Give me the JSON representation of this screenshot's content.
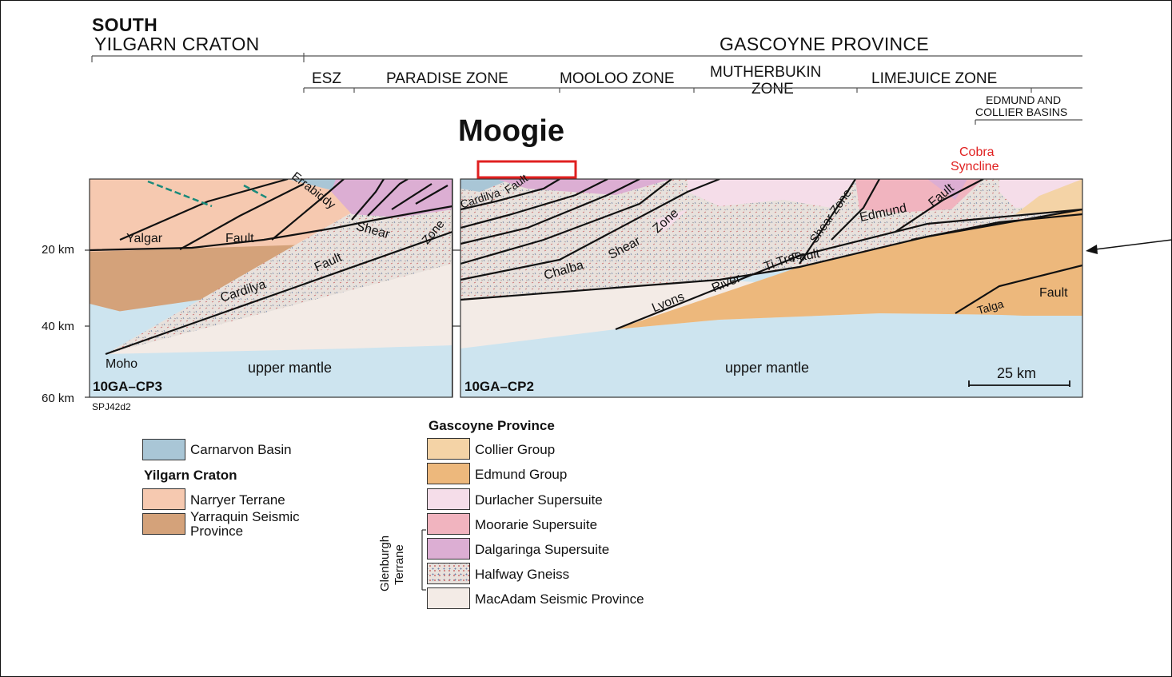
{
  "header": {
    "south": "SOUTH",
    "yilgarn": "YILGARN CRATON",
    "gascoyne": "GASCOYNE PROVINCE"
  },
  "zones": {
    "esz": "ESZ",
    "paradise": "PARADISE ZONE",
    "mooloo": "MOOLOO ZONE",
    "mutherbukin_1": "MUTHERBUKIN",
    "mutherbukin_2": "ZONE",
    "limejuice": "LIMEJUICE ZONE",
    "edmund_collier_1": "EDMUND AND",
    "edmund_collier_2": "COLLIER BASINS"
  },
  "callouts": {
    "moogie": "Moogie",
    "cobra_1": "Cobra",
    "cobra_2": "Syncline"
  },
  "depth_labels": [
    "20 km",
    "40 km",
    "60 km"
  ],
  "section_labels": {
    "left_profile": "10GA–CP3",
    "right_profile": "10GA–CP2",
    "upper_mantle_left": "upper mantle",
    "upper_mantle_right": "upper mantle",
    "moho": "Moho",
    "scale": "25 km",
    "figure_code": "SPJ42d2"
  },
  "faults": {
    "yalgar": "Yalgar",
    "fault_1": "Fault",
    "errabiddy": "Errabiddy",
    "shear": "Shear",
    "zone": "Zone",
    "cardilya_1": "Cardilya",
    "fault_2": "Fault",
    "cardilya_2": "Cardilya",
    "fault_3": "Fault",
    "chalba": "Chalba",
    "shear_2": "Shear",
    "zone_2": "Zone",
    "ti_tree": "Ti Tree",
    "shear_zone_3": "Shear Zone",
    "edmund": "Edmund",
    "fault_4": "Fault",
    "fault_5": "Fault",
    "lyons": "Lyons",
    "river": "River",
    "talga": "Talga",
    "fault_6": "Fault"
  },
  "legend": {
    "carnarvon": "Carnarvon Basin",
    "yilgarn_title": "Yilgarn Craton",
    "narryer": "Narryer Terrane",
    "yarraquin_1": "Yarraquin Seismic",
    "yarraquin_2": "Province",
    "gascoyne_title": "Gascoyne Province",
    "collier": "Collier Group",
    "edmund": "Edmund Group",
    "durlacher": "Durlacher Supersuite",
    "moorarie": "Moorarie Supersuite",
    "dalgaringa": "Dalgaringa Supersuite",
    "halfway": "Halfway Gneiss",
    "macadam": "MacAdam Seismic Province",
    "glenburgh_1": "Glenburgh",
    "glenburgh_2": "Terrane"
  },
  "colors": {
    "carnarvon": "#a9c6d6",
    "narryer": "#f6c9b0",
    "yarraquin": "#d4a27a",
    "collier": "#f4d3a6",
    "edmund": "#edb87c",
    "durlacher": "#f5dde9",
    "moorarie": "#f1b4bf",
    "dalgaringa": "#dcaed3",
    "halfway": "#d9d2cf",
    "macadam": "#f3ebe6",
    "mantle": "#cde4ef",
    "callout_red": "#e02020"
  }
}
